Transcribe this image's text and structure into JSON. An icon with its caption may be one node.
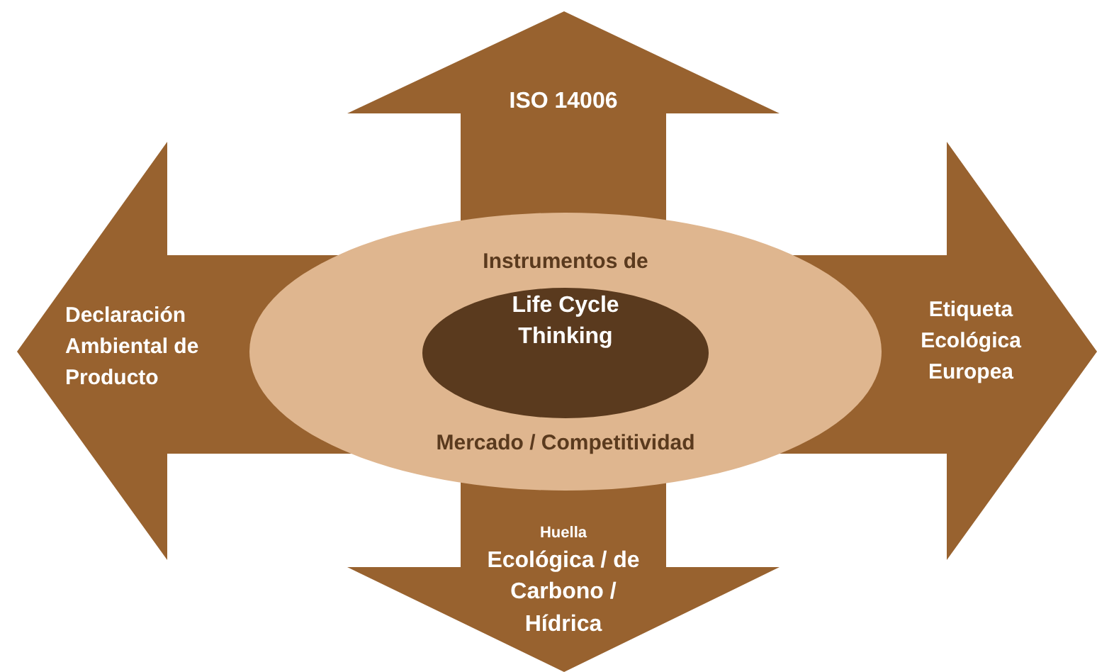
{
  "diagram": {
    "nodes": [
      {
        "text": [
          "ISO 14006"
        ]
      },
      {
        "text": [
          "Declaración Ambiental de Producto"
        ]
      },
      {
        "text": [
          "Instrumentos de",
          "Mercado / Competitividad"
        ]
      },
      {
        "text": [
          "Life Cycle Thinking"
        ],
        "in": 2
      },
      {
        "text": [
          "Etiqueta Ecológica Europea"
        ]
      },
      {
        "text": [
          "Huella",
          "Ecológica / de Carbono / Hídrica"
        ]
      }
    ]
  }
}
